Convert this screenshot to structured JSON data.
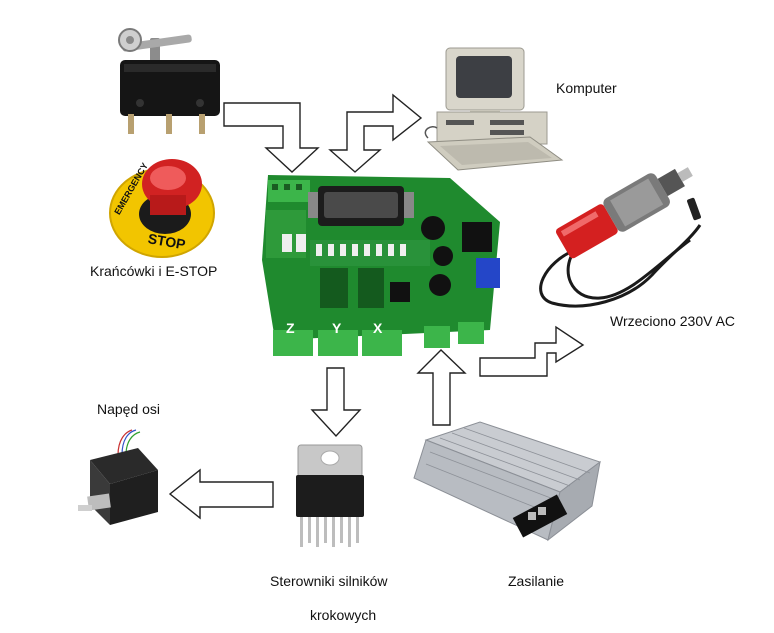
{
  "labels": {
    "komputer": "Komputer",
    "krancowki": "Krańcówki i E-STOP",
    "wrzeciono": "Wrzeciono 230V AC",
    "naped": "Napęd osi",
    "sterowniki_line1": "Sterowniki silników",
    "sterowniki_line2": "krokowych",
    "zasilanie": "Zasilanie"
  },
  "board": {
    "axis_z": "Z",
    "axis_y": "Y",
    "axis_x": "X"
  },
  "estop": {
    "text_top": "EMERGENCY",
    "text_bottom": "STOP"
  },
  "colors": {
    "pcb": "#1f8a2e",
    "terminal": "#3cb54a",
    "arrow_stroke": "#222222",
    "spindle_red": "#d42020",
    "estop_yellow": "#f2c500",
    "psu_metal": "#b8bcc2"
  }
}
